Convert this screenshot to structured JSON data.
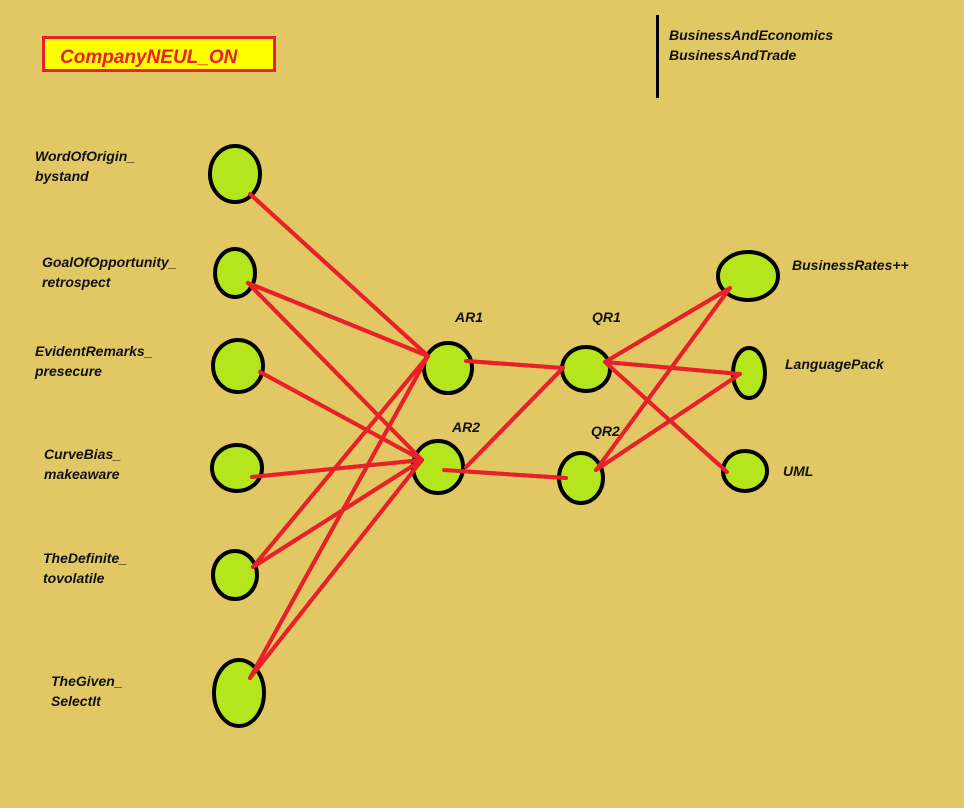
{
  "title": "CompanyNEUL_ON",
  "categories": [
    "BusinessAndEconomics",
    "BusinessAndTrade"
  ],
  "colors": {
    "background": "#e2c865",
    "node_fill": "#b5e61d",
    "node_stroke": "#000000",
    "edge": "#e8202a",
    "title_fill": "#ffff00",
    "title_text": "#e8202a"
  },
  "inputs": [
    {
      "id": "in1",
      "line1": "WordOfOrigin_",
      "line2": "bystand"
    },
    {
      "id": "in2",
      "line1": "GoalOfOpportunity_",
      "line2": "retrospect"
    },
    {
      "id": "in3",
      "line1": "EvidentRemarks_",
      "line2": "presecure"
    },
    {
      "id": "in4",
      "line1": "CurveBias_",
      "line2": "makeaware"
    },
    {
      "id": "in5",
      "line1": "TheDefinite_",
      "line2": "tovolatile"
    },
    {
      "id": "in6",
      "line1": "TheGiven_",
      "line2": "SelectIt"
    }
  ],
  "hidden_a": [
    {
      "id": "ar1",
      "label": "AR1"
    },
    {
      "id": "ar2",
      "label": "AR2"
    }
  ],
  "hidden_q": [
    {
      "id": "qr1",
      "label": "QR1"
    },
    {
      "id": "qr2",
      "label": "QR2"
    }
  ],
  "outputs": [
    {
      "id": "out1",
      "label": "BusinessRates++"
    },
    {
      "id": "out2",
      "label": "LanguagePack"
    },
    {
      "id": "out3",
      "label": "UML"
    }
  ],
  "edges": [
    [
      "in1",
      "ar1"
    ],
    [
      "in2",
      "ar1"
    ],
    [
      "in2",
      "ar2"
    ],
    [
      "in3",
      "ar2"
    ],
    [
      "in4",
      "ar2"
    ],
    [
      "in5",
      "ar1"
    ],
    [
      "in5",
      "ar2"
    ],
    [
      "in6",
      "ar1"
    ],
    [
      "in6",
      "ar2"
    ],
    [
      "ar1",
      "qr1"
    ],
    [
      "ar2",
      "qr1"
    ],
    [
      "ar2",
      "qr2"
    ],
    [
      "qr1",
      "out1"
    ],
    [
      "qr1",
      "out2"
    ],
    [
      "qr1",
      "out3"
    ],
    [
      "qr2",
      "out1"
    ],
    [
      "qr2",
      "out2"
    ]
  ]
}
